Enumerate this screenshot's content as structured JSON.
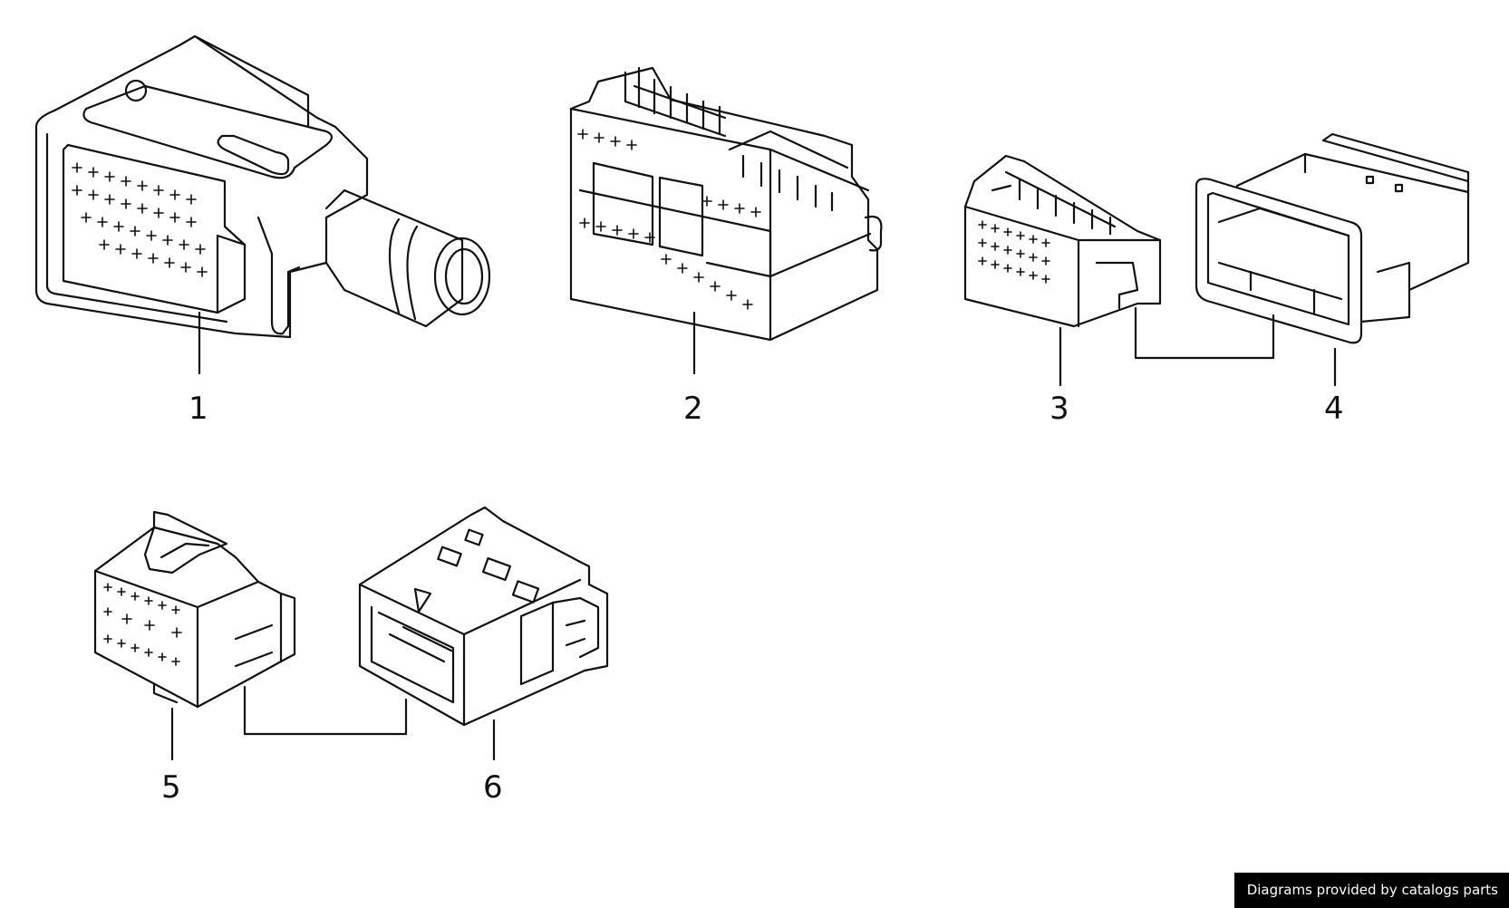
{
  "callouts": [
    {
      "id": "1",
      "label": "1"
    },
    {
      "id": "2",
      "label": "2"
    },
    {
      "id": "3",
      "label": "3"
    },
    {
      "id": "4",
      "label": "4"
    },
    {
      "id": "5",
      "label": "5"
    },
    {
      "id": "6",
      "label": "6"
    }
  ],
  "credit": "Diagrams provided by catalogs parts",
  "colors": {
    "line": "#111111",
    "background": "#ffffff",
    "credit_background": "#000000",
    "credit_text": "#ffffff"
  }
}
